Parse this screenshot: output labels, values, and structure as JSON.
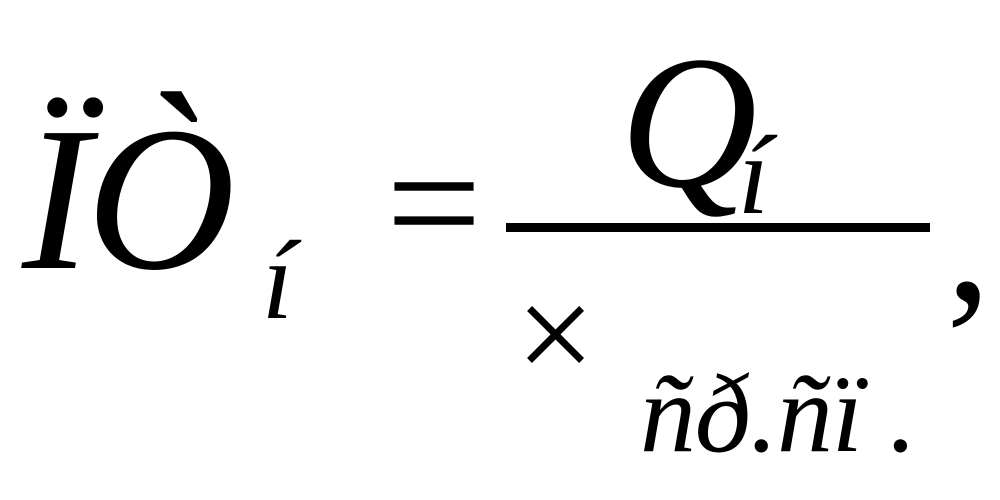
{
  "formula": {
    "lhs_main": "ÏÒ",
    "lhs_sub": "í",
    "equals": "=",
    "numerator": "Q",
    "numerator_sub": "í",
    "comma": ",",
    "denominator_symbol": "×",
    "denominator_sub": "ñð.ñï ."
  }
}
